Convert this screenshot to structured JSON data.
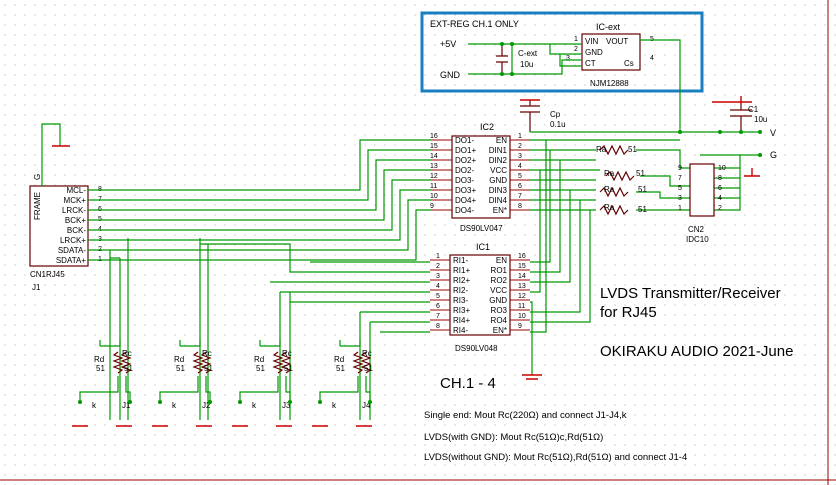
{
  "ext_reg": {
    "title": "EXT-REG CH.1 ONLY",
    "ic_ref": "IC-ext",
    "ic_part": "NJM12888",
    "pins": [
      "VIN",
      "VOUT",
      "GND",
      "CT",
      "Cs"
    ],
    "pin_nums": [
      "1",
      "2",
      "3",
      "5",
      "4"
    ],
    "cap_ref": "C-ext",
    "cap_val": "10u",
    "supply": "+5V",
    "gnd": "GND"
  },
  "caps": {
    "cp_ref": "Cp",
    "cp_val": "0.1u",
    "c1_ref": "C1",
    "c1_val": "10u"
  },
  "rails": {
    "v": "V",
    "g": "G"
  },
  "connector": {
    "ref": "J1",
    "part": "CN1RJ45",
    "frame": "FRAME",
    "g": "G",
    "pins": [
      {
        "label": "MCL-",
        "num": "8"
      },
      {
        "label": "MCK+",
        "num": "7"
      },
      {
        "label": "LRCK-",
        "num": "6"
      },
      {
        "label": "BCK+",
        "num": "5"
      },
      {
        "label": "BCK-",
        "num": "4"
      },
      {
        "label": "LRCK+",
        "num": "3"
      },
      {
        "label": "SDATA-",
        "num": "2"
      },
      {
        "label": "SDATA+",
        "num": "1"
      }
    ]
  },
  "ic2": {
    "ref": "IC2",
    "part": "DS90LV047",
    "left": [
      {
        "num": "16",
        "name": "DO1-"
      },
      {
        "num": "15",
        "name": "DO1+"
      },
      {
        "num": "14",
        "name": "DO2+"
      },
      {
        "num": "13",
        "name": "DO2-"
      },
      {
        "num": "12",
        "name": "DO3-"
      },
      {
        "num": "11",
        "name": "DO3+"
      },
      {
        "num": "10",
        "name": "DO4+"
      },
      {
        "num": "9",
        "name": "DO4-"
      }
    ],
    "right": [
      {
        "num": "1",
        "name": "EN"
      },
      {
        "num": "2",
        "name": "DIN1"
      },
      {
        "num": "3",
        "name": "DIN2"
      },
      {
        "num": "4",
        "name": "VCC"
      },
      {
        "num": "5",
        "name": "GND"
      },
      {
        "num": "6",
        "name": "DIN3"
      },
      {
        "num": "7",
        "name": "DIN4"
      },
      {
        "num": "8",
        "name": "EN*"
      }
    ]
  },
  "ic1": {
    "ref": "IC1",
    "part": "DS90LV048",
    "left": [
      {
        "num": "1",
        "name": "RI1-"
      },
      {
        "num": "2",
        "name": "RI1+"
      },
      {
        "num": "3",
        "name": "RI2+"
      },
      {
        "num": "4",
        "name": "RI2-"
      },
      {
        "num": "5",
        "name": "RI3-"
      },
      {
        "num": "6",
        "name": "RI3+"
      },
      {
        "num": "7",
        "name": "RI4+"
      },
      {
        "num": "8",
        "name": "RI4-"
      }
    ],
    "right": [
      {
        "num": "16",
        "name": "EN"
      },
      {
        "num": "15",
        "name": "RO1"
      },
      {
        "num": "14",
        "name": "RO2"
      },
      {
        "num": "13",
        "name": "VCC"
      },
      {
        "num": "12",
        "name": "GND"
      },
      {
        "num": "11",
        "name": "RO3"
      },
      {
        "num": "10",
        "name": "RO4"
      },
      {
        "num": "9",
        "name": "EN*"
      }
    ]
  },
  "series_res": [
    {
      "ref": "Ra",
      "val": "51"
    },
    {
      "ref": "Ra",
      "val": "51"
    },
    {
      "ref": "Ra",
      "val": "51"
    },
    {
      "ref": "Ra",
      "val": "51"
    }
  ],
  "cn2": {
    "ref": "CN2",
    "part": "IDC10",
    "left_nums": [
      "9",
      "7",
      "5",
      "3",
      "1"
    ],
    "right_nums": [
      "10",
      "8",
      "6",
      "4",
      "2"
    ]
  },
  "terminations": [
    {
      "rd": "Rd",
      "rd_val": "51",
      "rc": "Rc",
      "rc_val": "51",
      "k": "k",
      "j": "J1"
    },
    {
      "rd": "Rd",
      "rd_val": "51",
      "rc": "Rc",
      "rc_val": "51",
      "k": "k",
      "j": "J2"
    },
    {
      "rd": "Rd",
      "rd_val": "51",
      "rc": "Rc",
      "rc_val": "51",
      "k": "k",
      "j": "J3"
    },
    {
      "rd": "Rd",
      "rd_val": "51",
      "rc": "Rc",
      "rc_val": "51",
      "k": "k",
      "j": "J4"
    }
  ],
  "title_block": {
    "line1": "LVDS Transmitter/Receiver",
    "line2": "for RJ45",
    "line3": "OKIRAKU AUDIO 2021-June",
    "channels": "CH.1 - 4"
  },
  "notes": [
    "Single end: Mout Rc(220Ω) and connect J1-J4,k",
    "LVDS(with GND):  Mout Rc(51Ω)c,Rd(51Ω)",
    "LVDS(without GND):  Mout Rc(51Ω),Rd(51Ω) and connect J1-4"
  ],
  "accent_color": "#1a7fc1",
  "wire_color": "#009900"
}
